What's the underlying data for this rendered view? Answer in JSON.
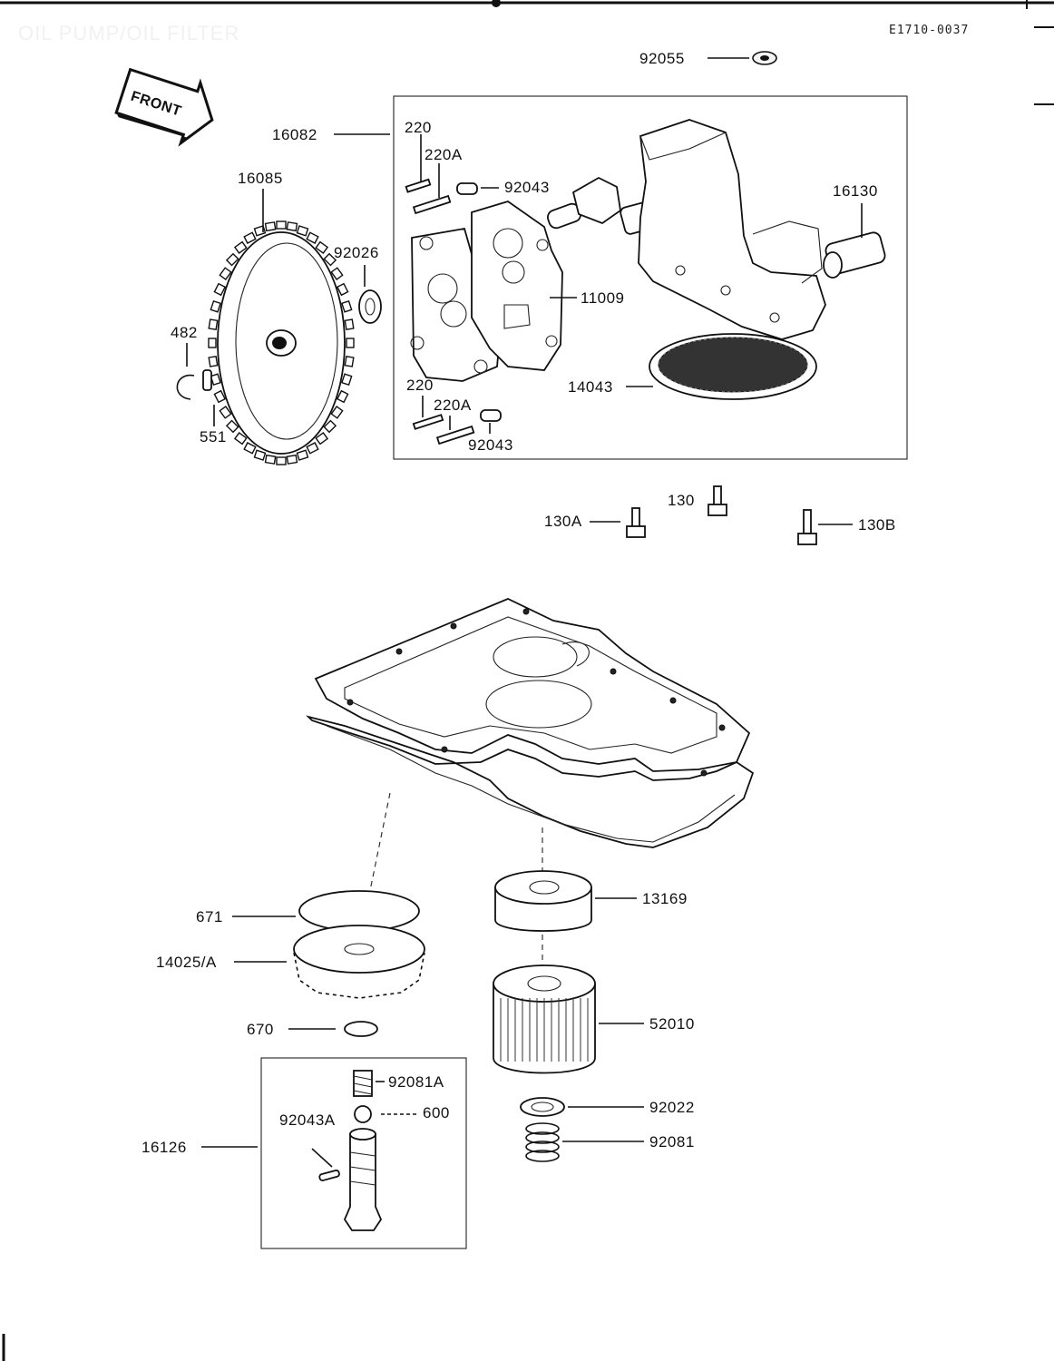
{
  "header": {
    "title": "OIL PUMP/OIL FILTER",
    "code": "E1710-0037",
    "front_label": "FRONT"
  },
  "callouts": {
    "c92055": "92055",
    "c16082": "16082",
    "c220_top": "220",
    "c220A_top": "220A",
    "c92043_top": "92043",
    "c16130": "16130",
    "c16085": "16085",
    "c92026": "92026",
    "c11009": "11009",
    "c482": "482",
    "c14043": "14043",
    "c220_bot": "220",
    "c220A_bot": "220A",
    "c92043_bot": "92043",
    "c551": "551",
    "c130": "130",
    "c130A": "130A",
    "c130B": "130B",
    "c671": "671",
    "c13169": "13169",
    "c14025A": "14025/A",
    "c52010": "52010",
    "c670": "670",
    "c92081A": "92081A",
    "c92043A": "92043A",
    "c600": "600",
    "c16126": "16126",
    "c92022": "92022",
    "c92081": "92081"
  }
}
